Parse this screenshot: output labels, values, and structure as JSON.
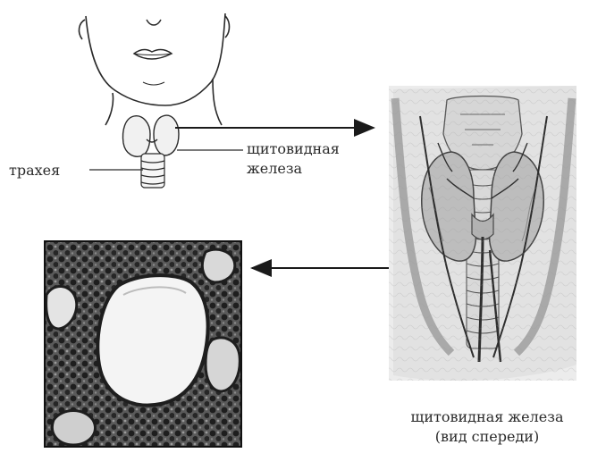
{
  "labels": {
    "trachea": "трахея",
    "thyroid_line1": "щитовидная",
    "thyroid_line2": "железа",
    "caption_line1": "щитовидная железа",
    "caption_line2": "(вид спереди)"
  },
  "colors": {
    "ink": "#2a2a2a",
    "paper": "#ffffff",
    "tissue_dark": "#3a3a3a",
    "colloid": "#f4f4f4"
  }
}
